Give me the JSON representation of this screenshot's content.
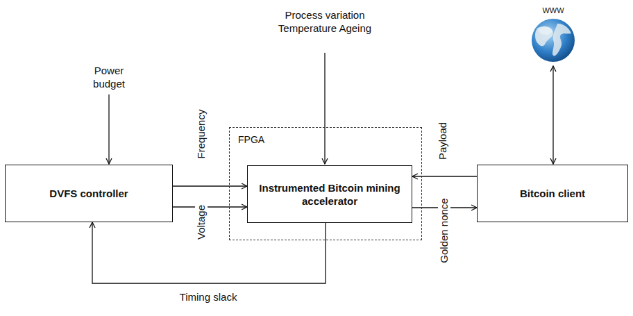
{
  "diagram": {
    "nodes": [
      {
        "text": [
          "DVFS controller"
        ]
      },
      {
        "text": [
          "FPGA"
        ]
      },
      {
        "text": [
          "Instrumented Bitcoin mining accelerator"
        ],
        "in": 1
      },
      {
        "text": [
          "Bitcoin client"
        ]
      }
    ],
    "edges": [
      {
        "from": 0,
        "to": 2,
        "arrow": "to",
        "label": "Frequency"
      },
      {
        "from": 0,
        "to": 2,
        "arrow": "to",
        "label": "Voltage"
      },
      {
        "from": 3,
        "to": 2,
        "arrow": "to",
        "label": "Payload"
      },
      {
        "from": 2,
        "to": 3,
        "arrow": "to",
        "label": "Golden nonce"
      },
      {
        "from": 2,
        "to": 0,
        "arrow": "to",
        "label": "Timing slack"
      }
    ],
    "labels": [
      "Power budget",
      "Process variation Temperature Ageing",
      "WWW"
    ]
  }
}
